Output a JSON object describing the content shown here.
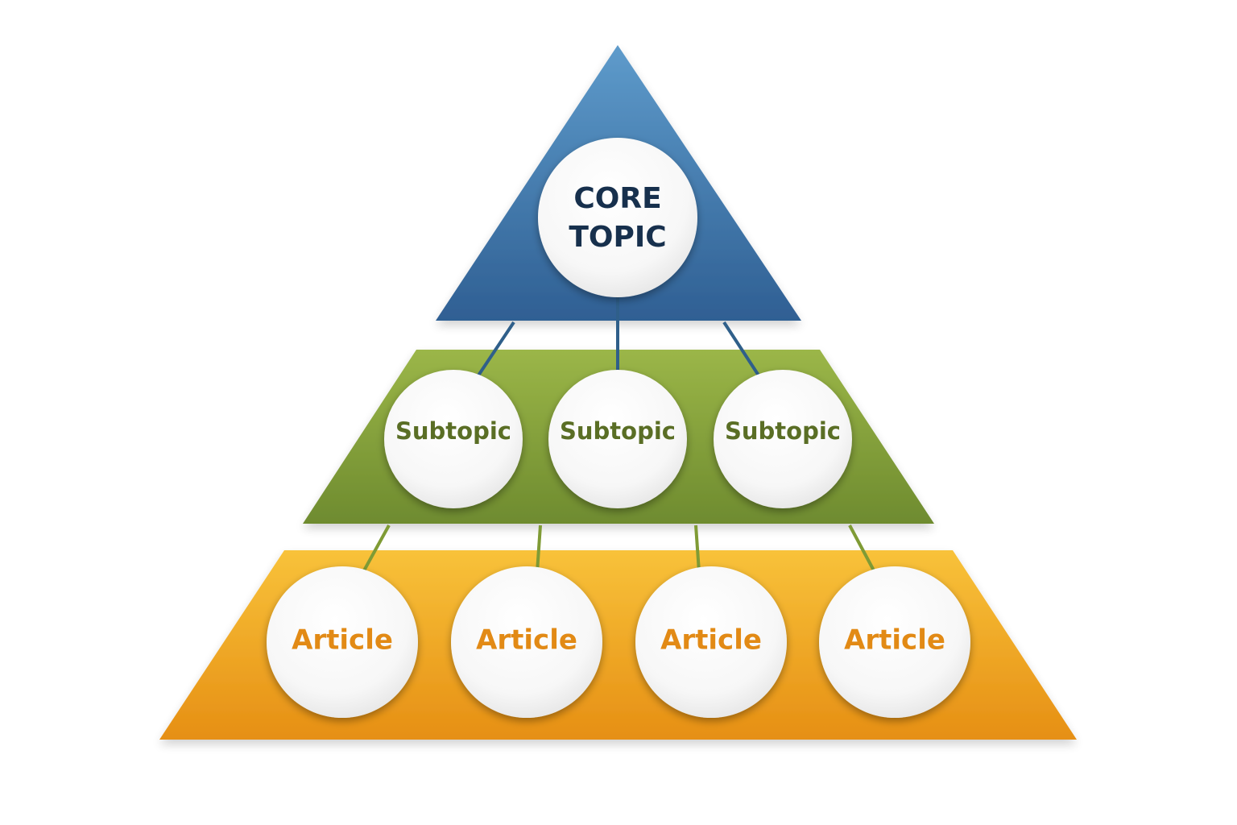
{
  "colors": {
    "core_dark": "#2f5f93",
    "core_light": "#5e9bcb",
    "core_text": "#17304d",
    "subtopic_light": "#9bb648",
    "subtopic_dark": "#6e8b2f",
    "subtopic_text": "#5a6e25",
    "article_light": "#f8c23a",
    "article_dark": "#e68f14",
    "article_text": "#e28a15",
    "core_connector": "#2f5f8a",
    "article_connector": "#7f9b35"
  },
  "core": {
    "line1": "CORE",
    "line2": "TOPIC"
  },
  "subtopics": [
    {
      "label": "Subtopic"
    },
    {
      "label": "Subtopic"
    },
    {
      "label": "Subtopic"
    }
  ],
  "articles": [
    {
      "label": "Article"
    },
    {
      "label": "Article"
    },
    {
      "label": "Article"
    },
    {
      "label": "Article"
    }
  ]
}
